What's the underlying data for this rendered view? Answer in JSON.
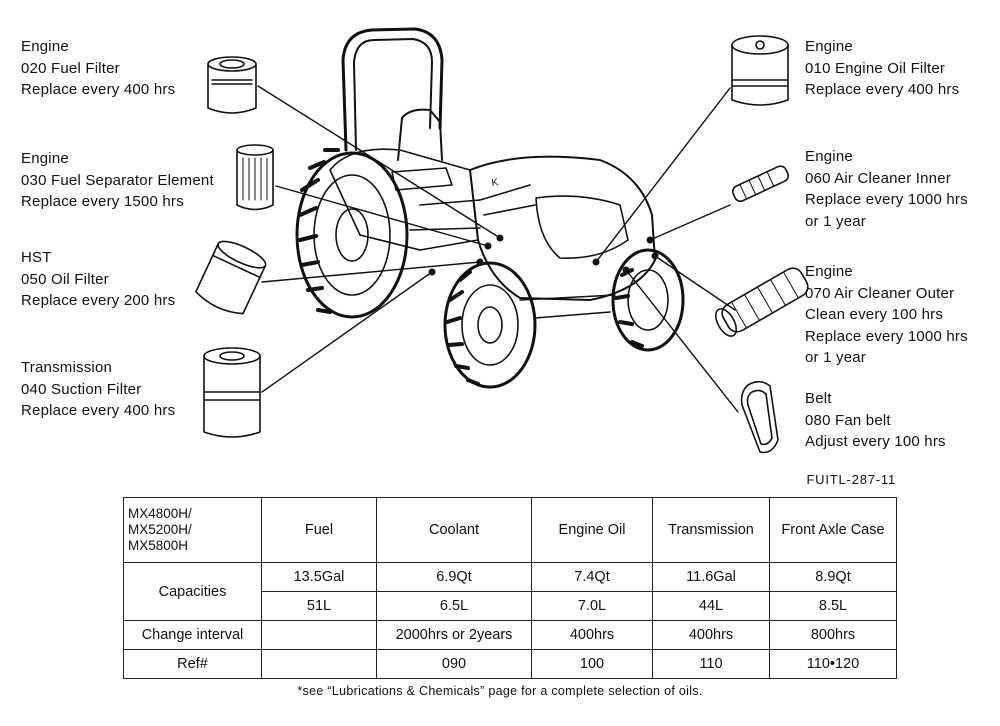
{
  "callouts": [
    {
      "id": "fuel-filter",
      "lines": [
        "Engine",
        "020 Fuel Filter",
        "Replace every 400 hrs"
      ]
    },
    {
      "id": "fuel-separator",
      "lines": [
        "Engine",
        "030 Fuel Separator Element",
        "Replace every 1500 hrs"
      ]
    },
    {
      "id": "hst-oil-filter",
      "lines": [
        "HST",
        "050 Oil Filter",
        "Replace every 200 hrs"
      ]
    },
    {
      "id": "suction-filter",
      "lines": [
        "Transmission",
        "040 Suction Filter",
        "Replace every 400 hrs"
      ]
    },
    {
      "id": "engine-oil-filter",
      "lines": [
        "Engine",
        "010 Engine Oil Filter",
        "Replace every 400 hrs"
      ]
    },
    {
      "id": "air-cleaner-inner",
      "lines": [
        "Engine",
        "060 Air Cleaner Inner",
        "Replace every 1000 hrs",
        "or 1 year"
      ]
    },
    {
      "id": "air-cleaner-outer",
      "lines": [
        "Engine",
        "070 Air Cleaner Outer",
        "Clean every 100 hrs",
        "Replace every 1000 hrs",
        "or 1 year"
      ]
    },
    {
      "id": "fan-belt",
      "lines": [
        "Belt",
        "080 Fan belt",
        "Adjust every 100 hrs"
      ]
    }
  ],
  "figure_code": "FUITL-287-11",
  "table": {
    "models": [
      "MX4800H/",
      "MX5200H/",
      "MX5800H"
    ],
    "headers": [
      "Fuel",
      "Coolant",
      "Engine Oil",
      "Transmission",
      "Front Axle Case"
    ],
    "capacities_label": "Capacities",
    "capacities_us": [
      "13.5Gal",
      "6.9Qt",
      "7.4Qt",
      "11.6Gal",
      "8.9Qt"
    ],
    "capacities_metric": [
      "51L",
      "6.5L",
      "7.0L",
      "44L",
      "8.5L"
    ],
    "interval_label": "Change interval",
    "intervals": [
      "",
      "2000hrs or 2years",
      "400hrs",
      "400hrs",
      "800hrs"
    ],
    "ref_label": "Ref#",
    "refs": [
      "",
      "090",
      "100",
      "110",
      "110•120"
    ]
  },
  "footnote": "*see “Lubrications & Chemicals” page for a complete selection of oils."
}
